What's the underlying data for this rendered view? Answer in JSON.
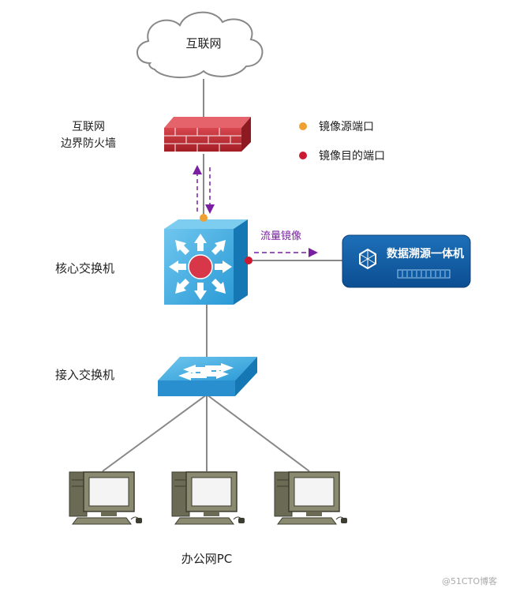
{
  "internet": {
    "label": "互联网"
  },
  "firewall": {
    "label_line1": "互联网",
    "label_line2": "边界防火墙"
  },
  "legend": {
    "source_port": {
      "label": "镜像源端口",
      "color": "#f0a030"
    },
    "dest_port": {
      "label": "镜像目的端口",
      "color": "#cc1a33"
    }
  },
  "core_switch": {
    "label": "核心交换机"
  },
  "mirror": {
    "label": "流量镜像",
    "color": "#7a1fa2"
  },
  "appliance": {
    "label": "数据溯源一体机"
  },
  "access_switch": {
    "label": "接入交换机"
  },
  "pcs": {
    "label": "办公网PC",
    "count": 3
  },
  "watermark": {
    "text": "@51CTO博客"
  }
}
